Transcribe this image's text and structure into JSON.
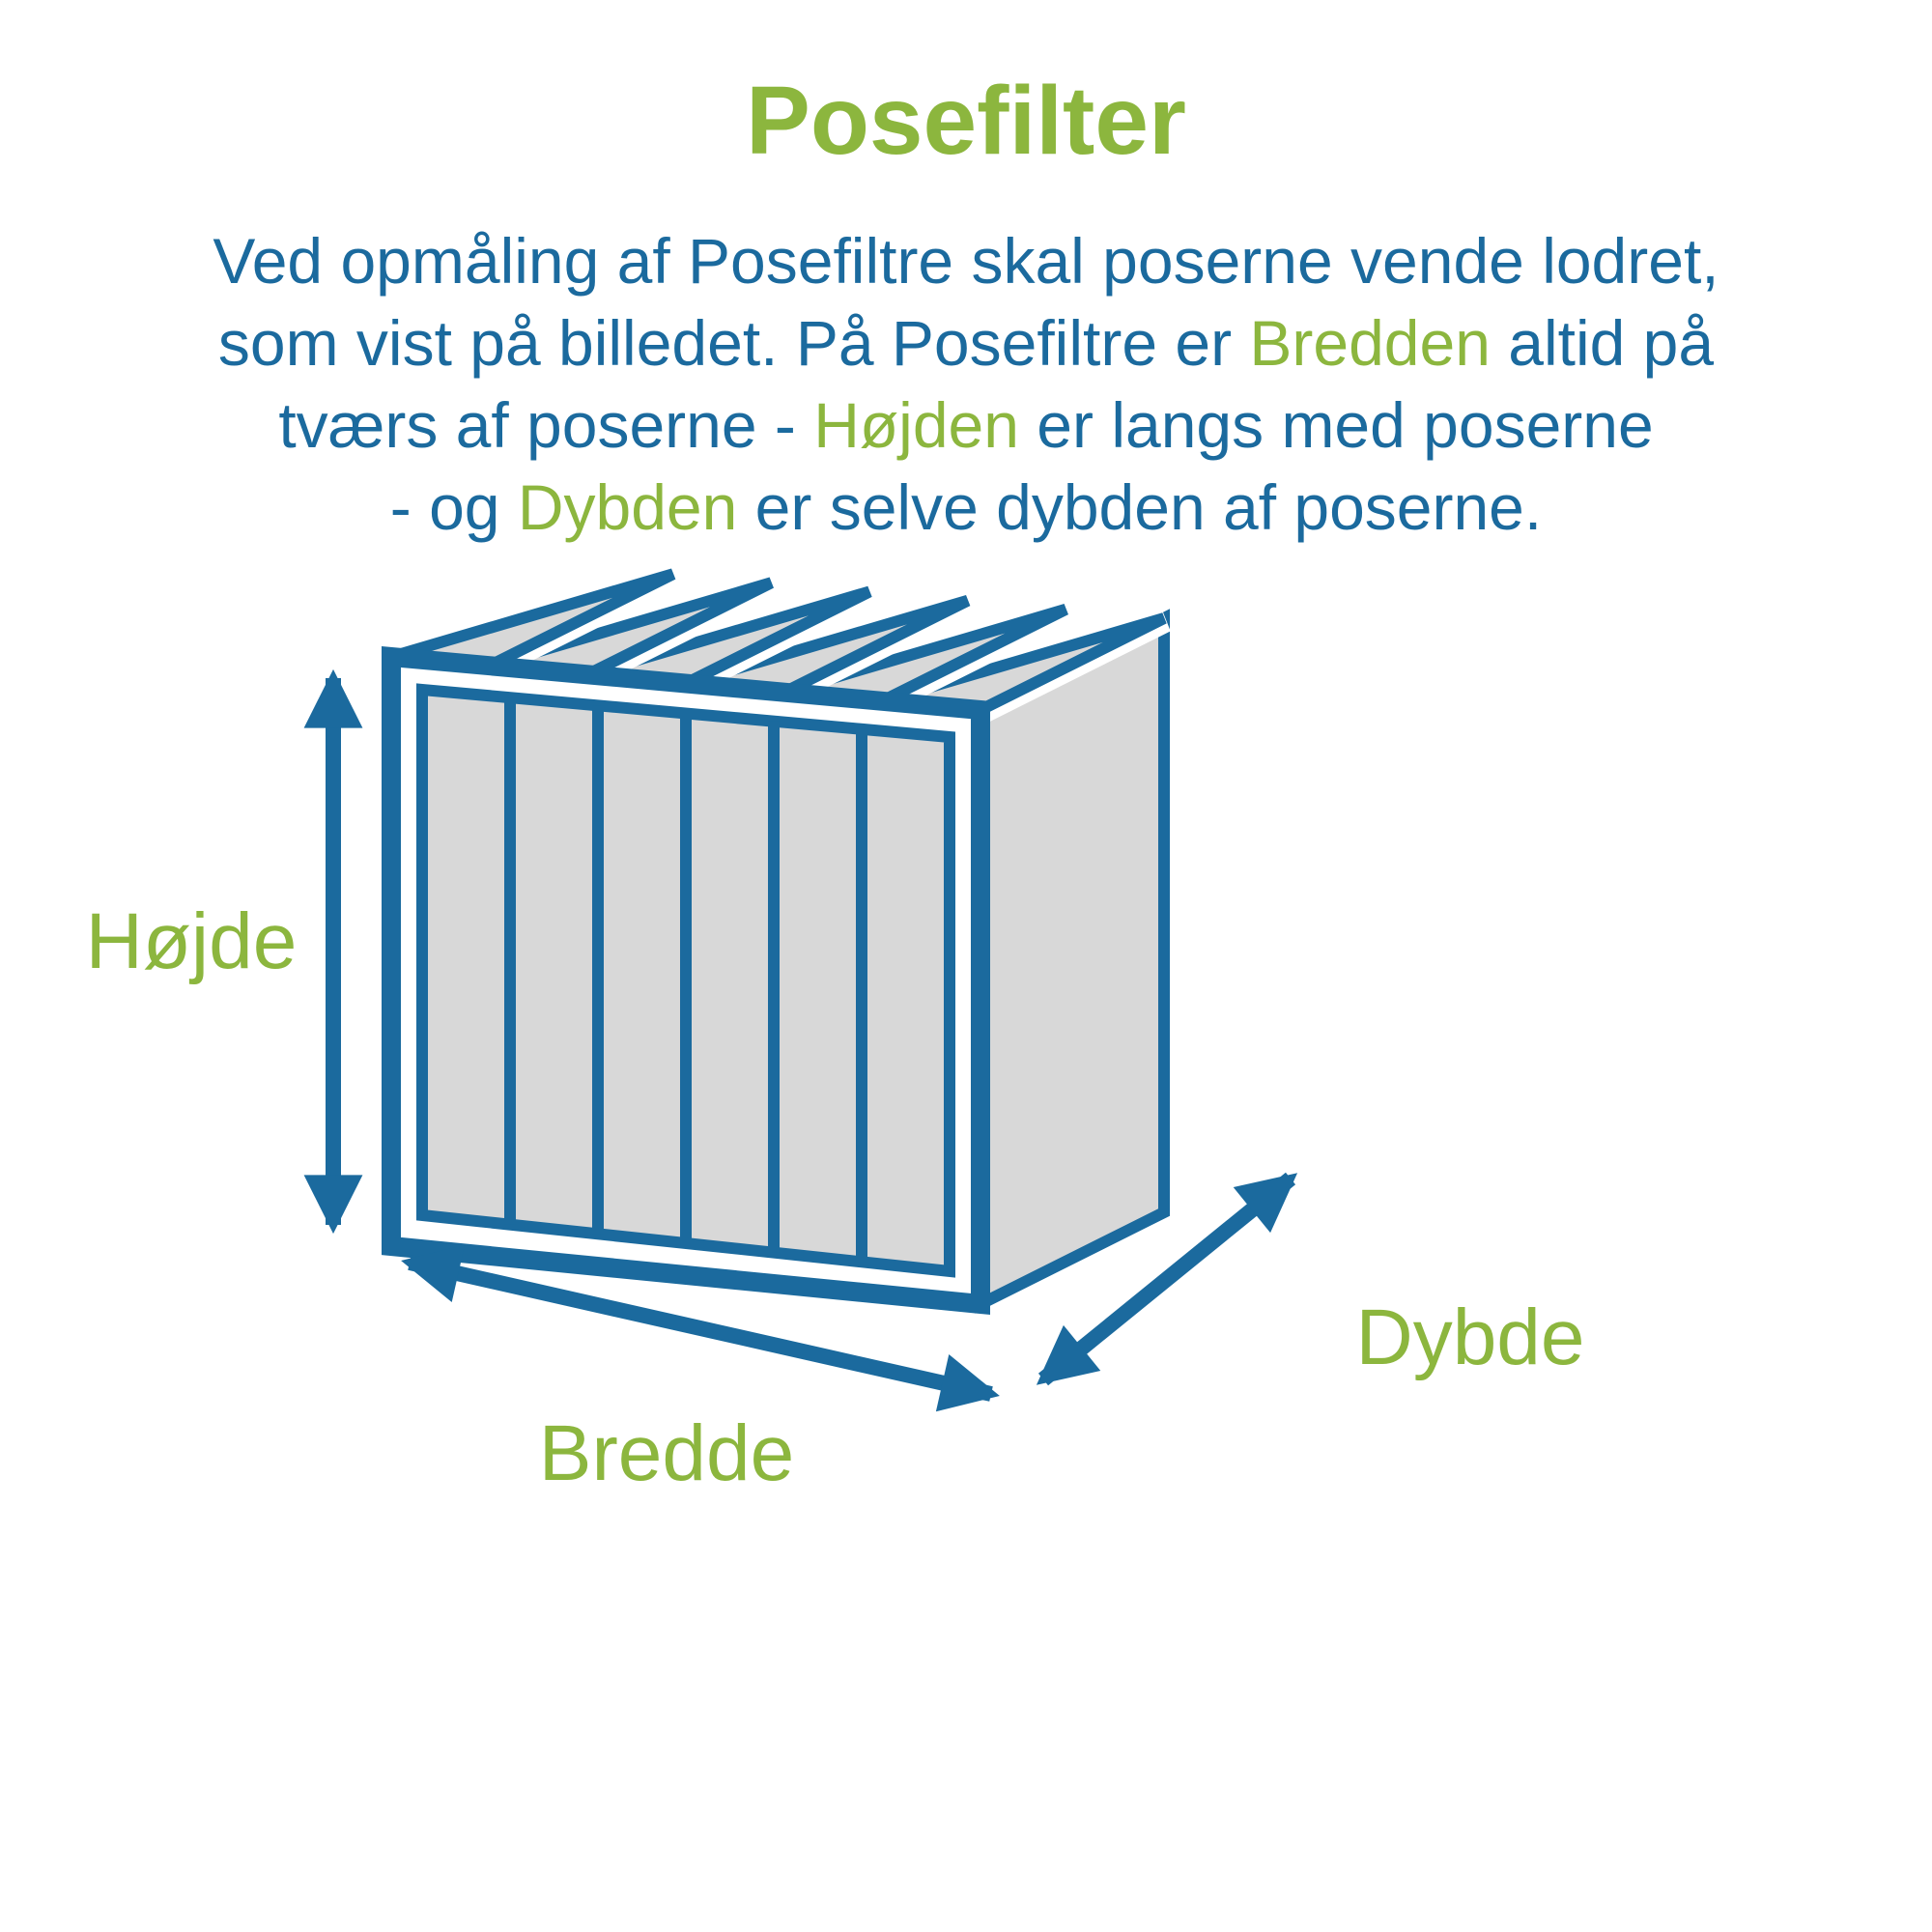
{
  "title": "Posefilter",
  "paragraph": {
    "lines": [
      {
        "parts": [
          {
            "text": "Ved opmåling af Posefiltre skal poserne vende lodret,",
            "color": "blue"
          }
        ]
      },
      {
        "parts": [
          {
            "text": "som vist på billedet. På Posefiltre er ",
            "color": "blue"
          },
          {
            "text": "Bredden",
            "color": "green"
          },
          {
            "text": " altid på",
            "color": "blue"
          }
        ]
      },
      {
        "parts": [
          {
            "text": "tværs af poserne - ",
            "color": "blue"
          },
          {
            "text": "Højden",
            "color": "green"
          },
          {
            "text": " er langs med poserne",
            "color": "blue"
          }
        ]
      },
      {
        "parts": [
          {
            "text": "- og ",
            "color": "blue"
          },
          {
            "text": "Dybden",
            "color": "green"
          },
          {
            "text": " er selve dybden af poserne.",
            "color": "blue"
          }
        ]
      }
    ]
  },
  "diagram": {
    "labels": {
      "height": "Højde",
      "width": "Bredde",
      "depth": "Dybde"
    }
  },
  "colors": {
    "green": "#8CB63E",
    "blue": "#1B6A9E",
    "gray": "#D8D8D8"
  }
}
